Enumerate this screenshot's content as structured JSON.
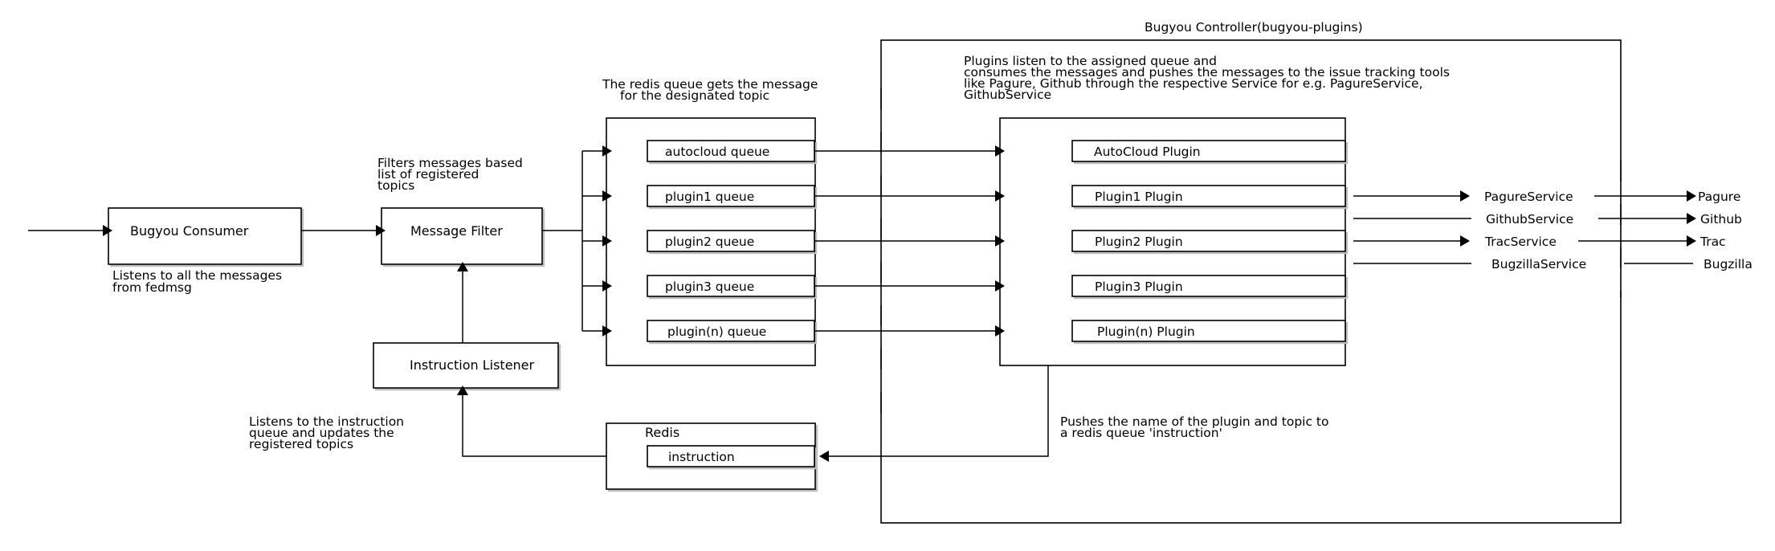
{
  "controller": {
    "title": "Bugyou Controller(bugyou-plugins)"
  },
  "consumer": {
    "label": "Bugyou Consumer",
    "note": [
      "Listens to all the messages",
      "from fedmsg"
    ]
  },
  "filter": {
    "label": "Message Filter",
    "note": [
      "Filters messages based",
      "list of registered",
      "topics"
    ]
  },
  "listener": {
    "label": "Instruction Listener",
    "note": [
      "Listens to the instruction",
      "queue and updates the",
      "registered topics"
    ]
  },
  "queues": {
    "note": [
      "The redis queue gets the message",
      "for the designated topic"
    ],
    "items": [
      "autocloud queue",
      "plugin1 queue",
      "plugin2 queue",
      "plugin3 queue",
      "plugin(n) queue"
    ]
  },
  "plugins": {
    "note": [
      "Plugins listen to the assigned queue and",
      "consumes the messages and pushes the messages to the issue tracking tools",
      "like Pagure, Github through the respective Service for e.g. PagureService,",
      "GithubService"
    ],
    "items": [
      "AutoCloud Plugin",
      "Plugin1 Plugin",
      "Plugin2 Plugin",
      "Plugin3 Plugin",
      "Plugin(n) Plugin"
    ]
  },
  "redis": {
    "label": "Redis",
    "queue": "instruction",
    "note": [
      "Pushes the name of the plugin and topic to",
      "a redis queue 'instruction'"
    ]
  },
  "services": [
    "PagureService",
    "GithubService",
    "TracService",
    "BugzillaService"
  ],
  "trackers": [
    "Pagure",
    "Github",
    "Trac",
    "Bugzilla"
  ]
}
